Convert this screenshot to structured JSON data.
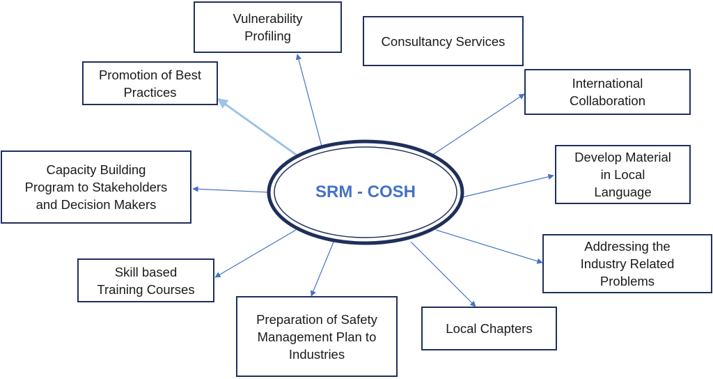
{
  "center": {
    "label": "SRM - COSH",
    "text_color": "#4472c4",
    "border_color": "#1f2f5c"
  },
  "nodes": {
    "vulnerability": "Vulnerability\nProfiling",
    "consultancy": "Consultancy Services",
    "promotion": "Promotion of Best\nPractices",
    "international": "International\nCollaboration",
    "develop_material": "Develop Material\nin Local\nLanguage",
    "capacity": "Capacity Building\nProgram to Stakeholders\nand Decision Makers",
    "addressing": "Addressing the\nIndustry Related\nProblems",
    "skill": "Skill based\nTraining Courses",
    "preparation": "Preparation of Safety\nManagement Plan to\nIndustries",
    "local_chapters": "Local Chapters"
  },
  "colors": {
    "box_border": "#1f2f5c",
    "arrow": "#4472c4",
    "highlight_arrow": "#9dc3e6"
  }
}
